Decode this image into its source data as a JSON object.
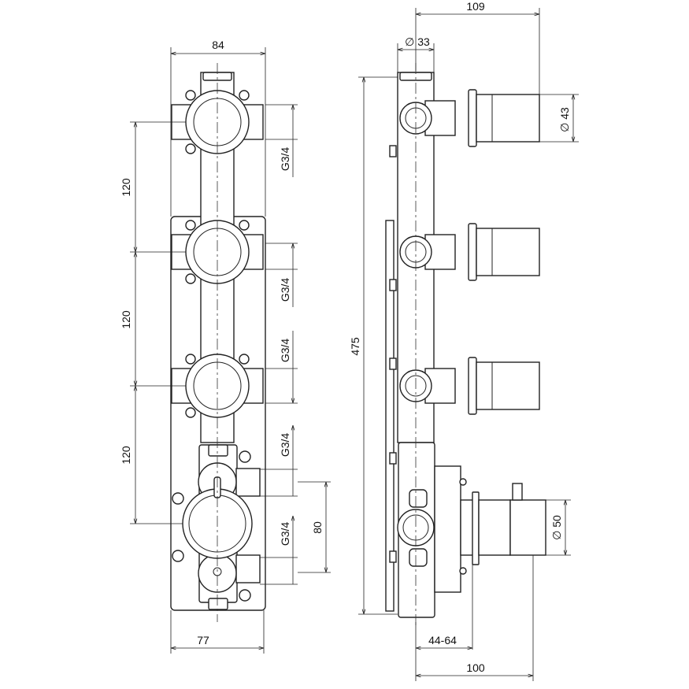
{
  "front_view": {
    "width_top": "84",
    "width_bottom": "77",
    "spacing": [
      "120",
      "120",
      "120"
    ],
    "thread_labels": [
      "G3/4",
      "G3/4",
      "G3/4",
      "G3/4",
      "G3/4"
    ],
    "mixer_outlet_spacing": "80"
  },
  "side_view": {
    "handle_projection": "109",
    "pipe_diameter": "∅ 33",
    "handle_diameter": "∅ 43",
    "total_height": "475",
    "mixer_handle_diameter": "∅ 50",
    "wall_depth_range": "44-64",
    "mixer_projection": "100"
  }
}
